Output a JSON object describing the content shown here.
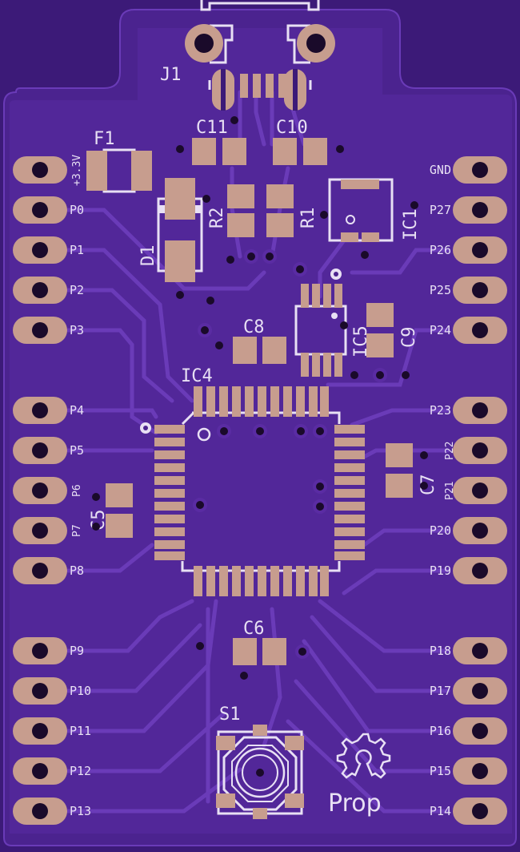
{
  "board": {
    "colors": {
      "substrate": "#3c1a78",
      "board": "#4b238f",
      "copper_pour": "#5a2ca3",
      "trace": "#6a3bb8",
      "pad": "#c79d8e",
      "pad_dark": "#b08270",
      "silkscreen": "#e8e0f4",
      "via": "#1a0a2a"
    },
    "left_pins": [
      "+3.3V",
      "P0",
      "P1",
      "P2",
      "P3",
      "P4",
      "P5",
      "P6",
      "P7",
      "P8",
      "P9",
      "P10",
      "P11",
      "P12",
      "P13"
    ],
    "right_pins": [
      "GND",
      "P27",
      "P26",
      "P25",
      "P24",
      "P23",
      "P22",
      "P21",
      "P20",
      "P19",
      "P18",
      "P17",
      "P16",
      "P15",
      "P14"
    ],
    "refs": {
      "j1": "J1",
      "f1": "F1",
      "c11": "C11",
      "c10": "C10",
      "r2": "R2",
      "r1": "R1",
      "ic1": "IC1",
      "d1": "D1",
      "c8": "C8",
      "ic5": "IC5",
      "c9": "C9",
      "ic4": "IC4",
      "c7": "C7",
      "c5": "C5",
      "c6": "C6",
      "s1": "S1"
    },
    "logo_text": "Prop"
  }
}
